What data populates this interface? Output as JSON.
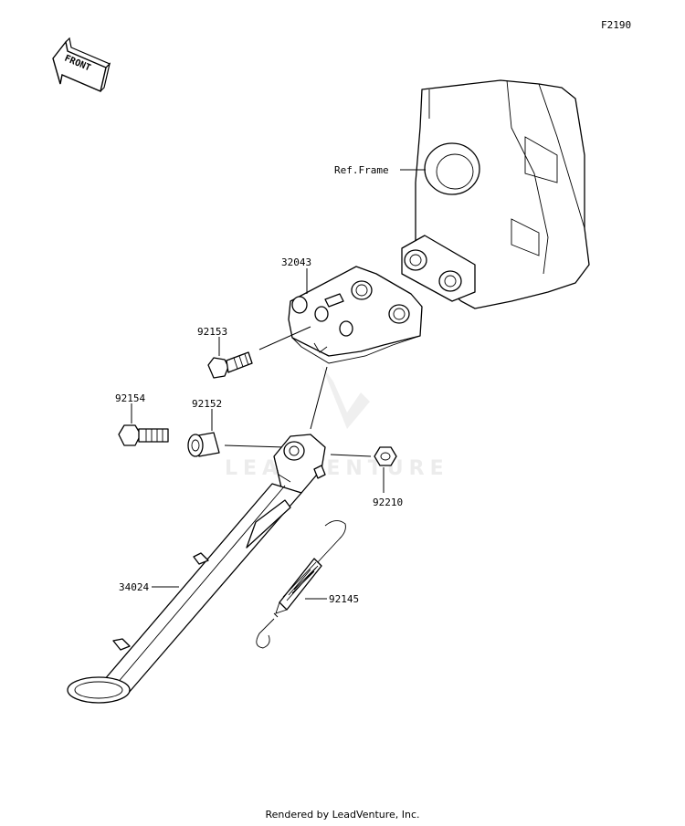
{
  "diagram": {
    "code": "F2190",
    "front_label": "FRONT",
    "watermark": "LEADVENTURE",
    "frame_label": "Ref.Frame",
    "parts": [
      {
        "number": "32043"
      },
      {
        "number": "92153"
      },
      {
        "number": "92154"
      },
      {
        "number": "92152"
      },
      {
        "number": "92210"
      },
      {
        "number": "34024"
      },
      {
        "number": "92145"
      }
    ],
    "footer": "Rendered by LeadVenture, Inc."
  }
}
